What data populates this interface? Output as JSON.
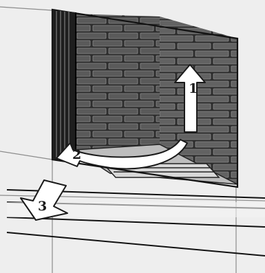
{
  "steps": [
    {
      "label": "1",
      "action": "lift-up",
      "arrow_icon": "arrow-up-icon"
    },
    {
      "label": "2",
      "action": "swing-out",
      "arrow_icon": "curved-arrow-icon"
    },
    {
      "label": "3",
      "action": "pull-down",
      "arrow_icon": "arrow-down-left-icon"
    }
  ],
  "colors": {
    "wall": "#eeeeee",
    "brick": "#5a5a5a",
    "mortar": "#2e2e2e",
    "frame": "#1e1e1e",
    "arrow_fill": "#ffffff",
    "arrow_stroke": "#1a1a1a",
    "lines": "#8c8c8c"
  }
}
